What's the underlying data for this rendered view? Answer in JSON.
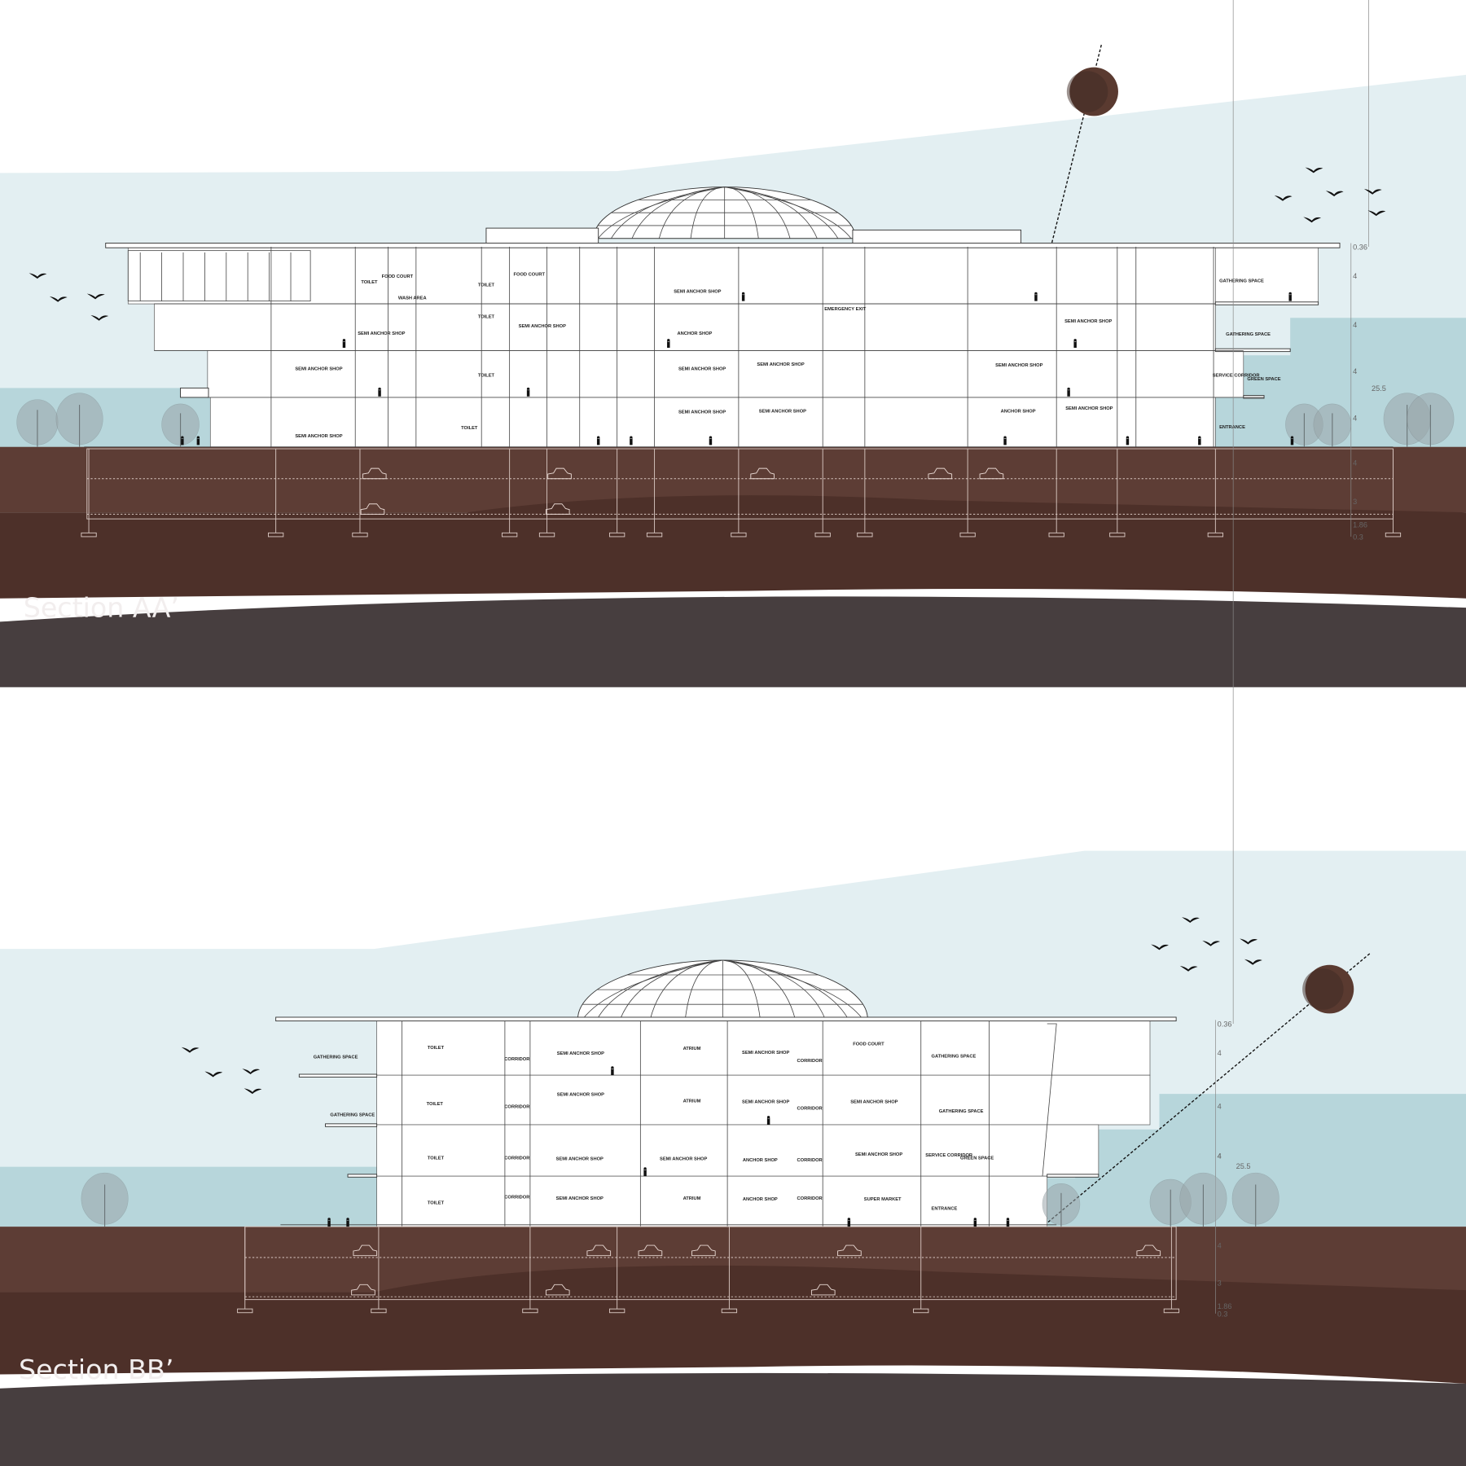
{
  "sections": [
    {
      "title": "Section AA’",
      "dimensions": [
        "0.36",
        "4",
        "4",
        "4",
        "4",
        "25.5",
        "4",
        "3",
        "1.86",
        "0.3"
      ],
      "room_labels": [
        "TOILET",
        "FOOD COURT",
        "WASH AREA",
        "TOILET",
        "FOOD COURT",
        "SEMI ANCHOR SHOP",
        "EMERGENCY EXIT",
        "GATHERING SPACE",
        "SEMI ANCHOR SHOP",
        "TOILET",
        "SEMI ANCHOR SHOP",
        "ANCHOR SHOP",
        "SEMI ANCHOR SHOP",
        "GATHERING SPACE",
        "SEMI ANCHOR SHOP",
        "TOILET",
        "SEMI ANCHOR SHOP",
        "SEMI ANCHOR SHOP",
        "SEMI ANCHOR SHOP",
        "SERVICE CORRIDOR",
        "GREEN SPACE",
        "SEMI ANCHOR SHOP",
        "TOILET",
        "SEMI ANCHOR SHOP",
        "SEMI ANCHOR SHOP",
        "ANCHOR SHOP",
        "SEMI ANCHOR SHOP",
        "ENTRANCE"
      ]
    },
    {
      "title": "Section BB’",
      "dimensions": [
        "0.36",
        "4",
        "4",
        "4",
        "4",
        "25.5",
        "4",
        "3",
        "1.86",
        "0.3"
      ],
      "room_labels": [
        "GATHERING SPACE",
        "TOILET",
        "CORRIDOR",
        "SEMI ANCHOR SHOP",
        "ATRIUM",
        "SEMI ANCHOR SHOP",
        "CORRIDOR",
        "FOOD COURT",
        "GATHERING SPACE",
        "GATHERING SPACE",
        "TOILET",
        "CORRIDOR",
        "SEMI ANCHOR SHOP",
        "ATRIUM",
        "SEMI ANCHOR SHOP",
        "CORRIDOR",
        "SEMI ANCHOR SHOP",
        "GATHERING SPACE",
        "TOILET",
        "CORRIDOR",
        "SEMI ANCHOR SHOP",
        "SEMI ANCHOR SHOP",
        "ANCHOR SHOP",
        "CORRIDOR",
        "SEMI ANCHOR SHOP",
        "SERVICE CORRIDOR",
        "GREEN SPACE",
        "TOILET",
        "CORRIDOR",
        "SEMI ANCHOR SHOP",
        "ATRIUM",
        "ANCHOR SHOP",
        "CORRIDOR",
        "SUPER MARKET",
        "ENTRANCE"
      ]
    }
  ],
  "colors": {
    "sky": "#e3eff2",
    "teal": "#b7d6db",
    "ground_top": "#5d3d35",
    "ground_mid": "#4d3029",
    "ground_bottom": "#473e3f",
    "sun": "#5a3a30"
  },
  "icons": [
    "sun-icon",
    "bird-icon",
    "tree-icon",
    "car-icon",
    "person-icon",
    "dome-icon"
  ]
}
